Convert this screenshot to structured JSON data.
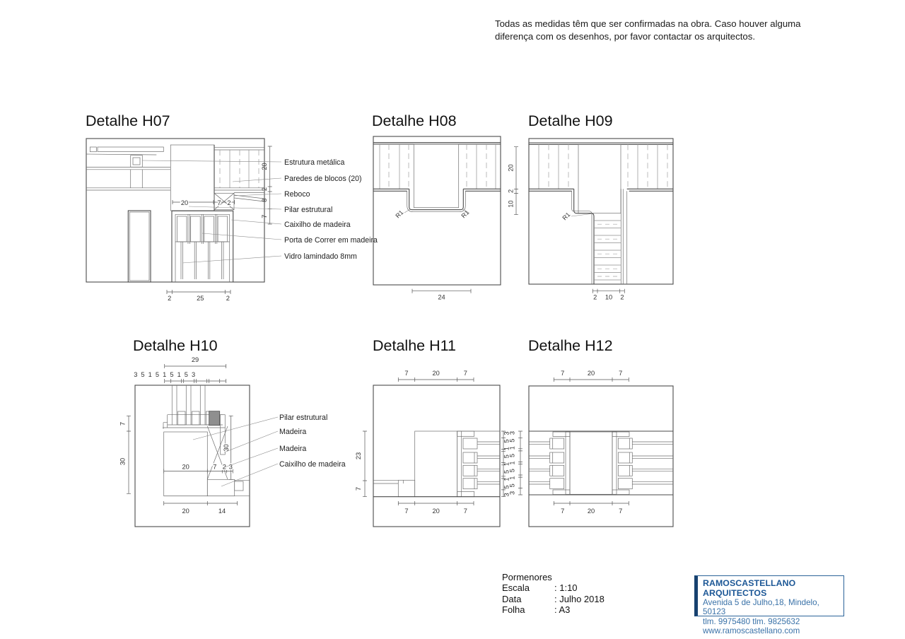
{
  "note": {
    "line1": "Todas as medidas têm que ser confirmadas na obra. Caso houver alguma",
    "line2": "diferença com os desenhos, por favor contactar os arquitectos."
  },
  "details": {
    "h07": {
      "title": "Detalhe H07",
      "labels": [
        "Estrutura metálica",
        "Paredes de blocos (20)",
        "Reboco",
        "Pilar estrutural",
        "Caixilho de madeira",
        "Porta de Correr em madeira",
        "Vidro lamindado 8mm"
      ],
      "dims_inner": [
        "20",
        "7",
        "2"
      ],
      "dims_right": [
        "20",
        "2",
        "8",
        "7"
      ],
      "dims_bottom": [
        "2",
        "25",
        "2"
      ]
    },
    "h08": {
      "title": "Detalhe H08",
      "r1_left": "R1",
      "r1_right": "R1",
      "dims_right": [
        "20",
        "2",
        "10"
      ],
      "dim_bottom": "24"
    },
    "h09": {
      "title": "Detalhe H09",
      "r1": "R1",
      "dims_bottom": [
        "2",
        "10",
        "2"
      ]
    },
    "h10": {
      "title": "Detalhe H10",
      "dim_total": "29",
      "dims_top_chain": "3 5 1 5 1 5 1 5 3",
      "dims_left": [
        "7",
        "30"
      ],
      "dims_inner": [
        "20",
        "7",
        "2",
        "3"
      ],
      "dim_inner_right": "30",
      "dims_bottom": [
        "20",
        "14"
      ],
      "labels": [
        "Pilar estrutural",
        "Madeira",
        "Madeira",
        "Caixilho de madeira"
      ]
    },
    "h11": {
      "title": "Detalhe H11",
      "dims_top": [
        "7",
        "20",
        "7"
      ],
      "dims_left": [
        "23",
        "7"
      ],
      "dims_right_chain": "3 5 1 5 1 5 1 5 3",
      "dims_bottom": [
        "7",
        "20",
        "7"
      ]
    },
    "h12": {
      "title": "Detalhe H12",
      "dims_top": [
        "7",
        "20",
        "7"
      ],
      "dims_left_chain": "3 5 1 5 1 5 1 5 3",
      "dims_bottom": [
        "7",
        "20",
        "7"
      ]
    }
  },
  "titleblock": {
    "heading": "Pormenores",
    "rows": [
      {
        "label": "Escala",
        "value": ": 1:10"
      },
      {
        "label": "Data",
        "value": ": Julho 2018"
      },
      {
        "label": "Folha",
        "value": ": A3"
      }
    ]
  },
  "firm": {
    "name": "RAMOSCASTELLANO ARQUITECTOS",
    "address": "Avenida 5 de Julho,18, Mindelo, 50123",
    "phones": "tlm. 9975480 tlm. 9825632",
    "website": "www.ramoscastellano.com"
  },
  "colors": {
    "accent_blue": "#2b6399",
    "accent_dark_blue": "#17416f",
    "line": "#555555"
  }
}
